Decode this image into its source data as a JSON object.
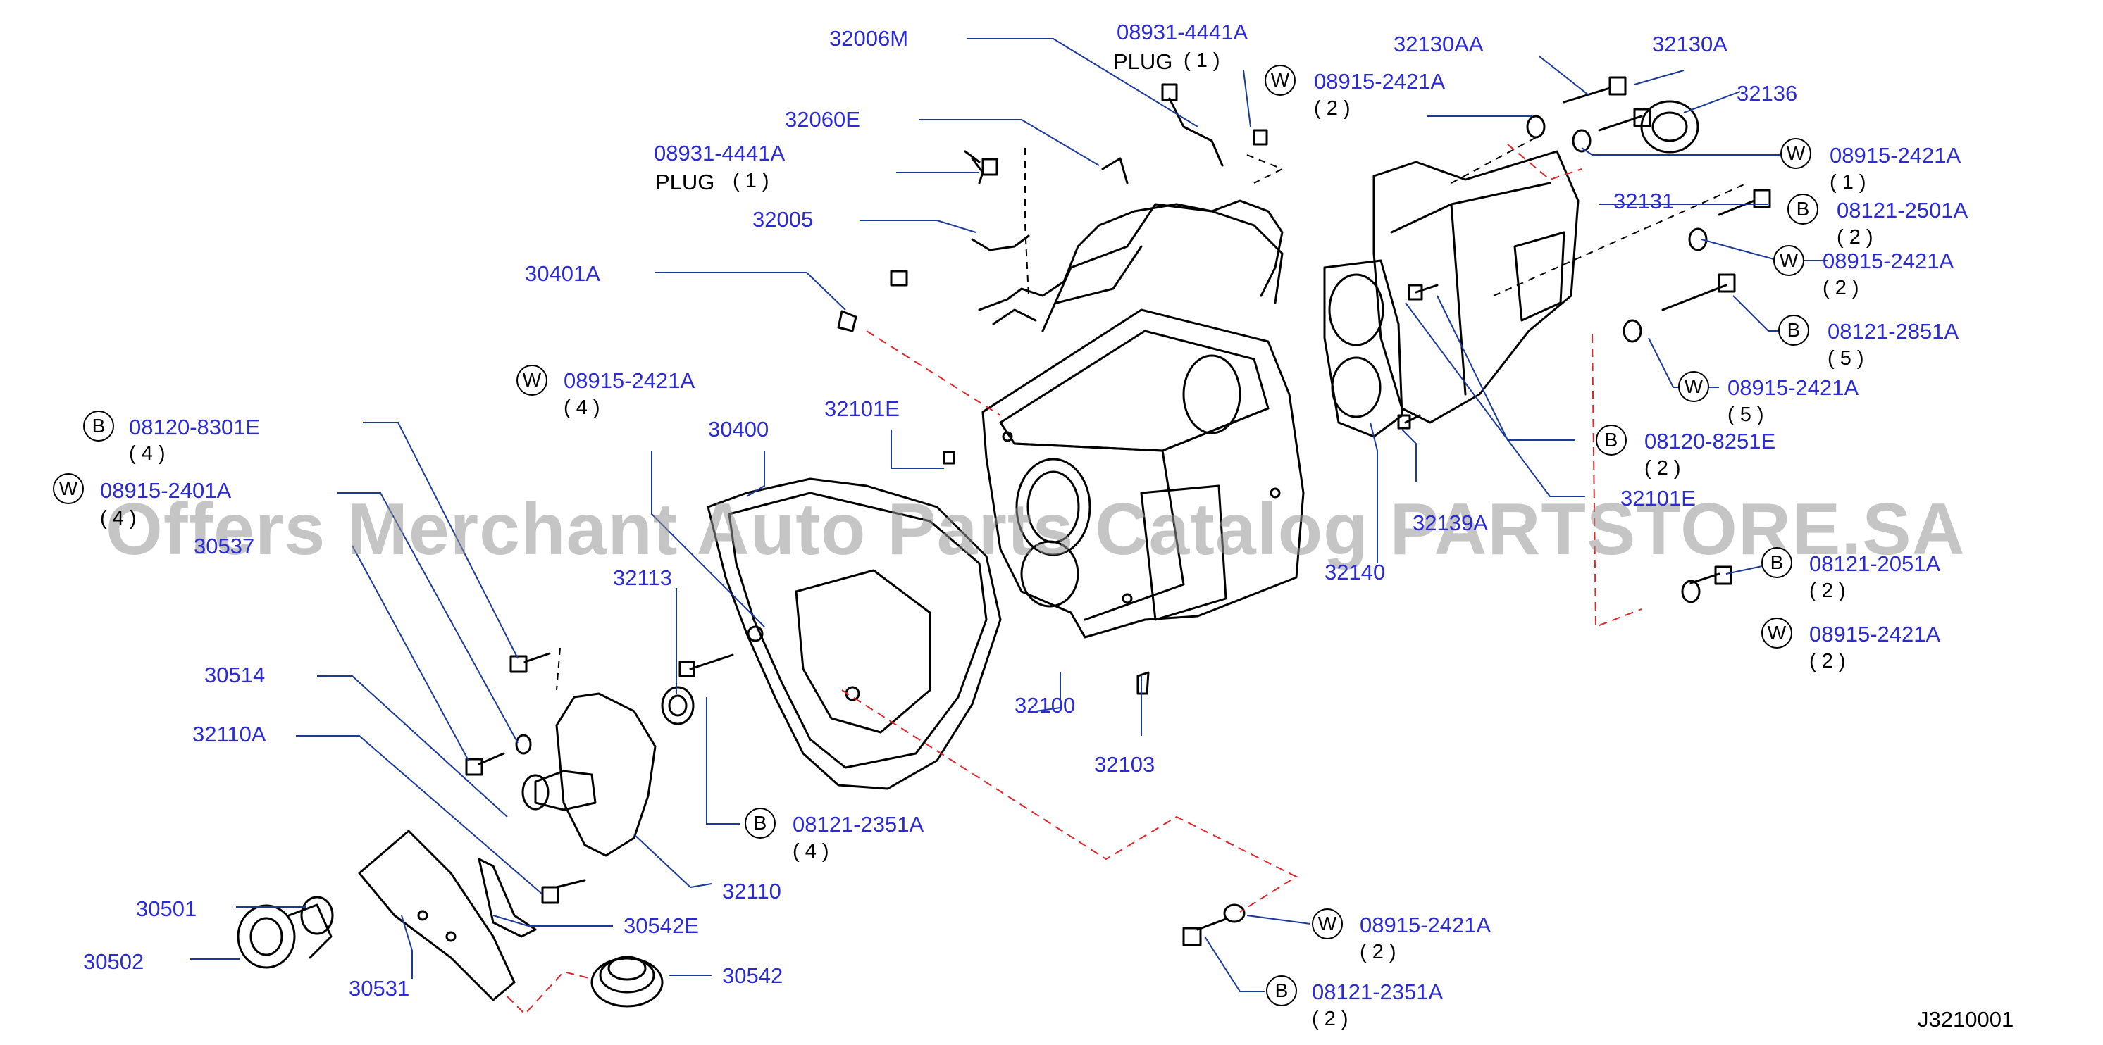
{
  "diagram_code": "J3210001",
  "watermark": "Offers Merchant Auto Parts Catalog PARTSTORE.SA",
  "colors": {
    "part_number": "#2b2bd6",
    "leader": "#1a3a9a",
    "dashed_guide": "#e0252b",
    "drawing": "#000000"
  },
  "labels": {
    "p32006M": "32006M",
    "p08931_top": "08931-4441A",
    "plug_top": "PLUG",
    "plug_top_qty": "( 1 )",
    "p08915_top": "08915-2421A",
    "p08915_top_qty": "( 2 )",
    "p32130AA": "32130AA",
    "p32130A": "32130A",
    "p32136": "32136",
    "p32060E": "32060E",
    "p08931_left": "08931-4441A",
    "plug_left": "PLUG",
    "plug_left_qty": "( 1 )",
    "p08915_r1": "08915-2421A",
    "p08915_r1_qty": "( 1 )",
    "p32005": "32005",
    "p32131": "32131",
    "p08121_2501": "08121-2501A",
    "p08121_2501_qty": "( 2 )",
    "p08915_r2": "08915-2421A",
    "p08915_r2_qty": "( 2 )",
    "p30401A": "30401A",
    "p08121_2851": "08121-2851A",
    "p08121_2851_qty": "( 5 )",
    "p08915_r3": "08915-2421A",
    "p08915_r3_qty": "( 5 )",
    "p08915_mid": "08915-2421A",
    "p08915_mid_qty": "( 4 )",
    "p08120_8301": "08120-8301E",
    "p08120_8301_qty": "( 4 )",
    "p30400": "30400",
    "p32101E_left": "32101E",
    "p08120_8251": "08120-8251E",
    "p08120_8251_qty": "( 2 )",
    "p08915_2401": "08915-2401A",
    "p08915_2401_qty": "( 4 )",
    "p32101E_right": "32101E",
    "p30537": "30537",
    "p32139A": "32139A",
    "p32140": "32140",
    "p08121_2051": "08121-2051A",
    "p08121_2051_qty": "( 2 )",
    "p32113": "32113",
    "p08915_r4": "08915-2421A",
    "p08915_r4_qty": "( 2 )",
    "p30514": "30514",
    "p32100": "32100",
    "p32110A": "32110A",
    "p32103": "32103",
    "p08121_2351": "08121-2351A",
    "p08121_2351_qty": "( 4 )",
    "p32110": "32110",
    "p30501": "30501",
    "p30542E": "30542E",
    "p08915_bot": "08915-2421A",
    "p08915_bot_qty": "( 2 )",
    "p30502": "30502",
    "p30542": "30542",
    "p30531": "30531",
    "p08121_2351_bot": "08121-2351A",
    "p08121_2351_bot_qty": "( 2 )"
  },
  "badges": {
    "washer": "W",
    "bolt": "B"
  }
}
